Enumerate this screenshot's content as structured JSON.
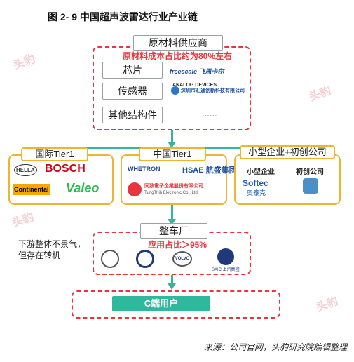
{
  "title": "图 2- 9  中国超声波雷达行业产业链",
  "watermarks": [
    "头豹",
    "头豹",
    "头豹",
    "头豹"
  ],
  "raw": {
    "header": "原材料供应商",
    "note": "原材料成本占比约为80%左右",
    "rows": [
      {
        "label": "芯片",
        "logos": [
          "freescale 飞思卡尔",
          "ANALOG DEVICES"
        ]
      },
      {
        "label": "传感器",
        "logos": [
          "深圳市汇通创新科技有限公司"
        ]
      },
      {
        "label": "其他结构件",
        "logos": [
          "......"
        ]
      }
    ]
  },
  "tiers": {
    "intl": {
      "header": "国际Tier1",
      "logos": [
        "HELLA",
        "BOSCH",
        "Continental",
        "Valeo"
      ]
    },
    "cn": {
      "header": "中国Tier1",
      "logos": [
        "WHETRON",
        "HSAE 航盛集团",
        "同致電子企業股份有限公司",
        "TungThih Electronic Co., Ltd."
      ]
    },
    "sme": {
      "header": "小型企业+初创公司",
      "sub1": "小型企业",
      "sub2": "初创公司",
      "logos": [
        "Softec",
        "奥泰克"
      ]
    }
  },
  "oem": {
    "header": "整车厂",
    "note": "应用占比＞95%",
    "side": "下游整体不景气，\n但存在转机",
    "logos": [
      "Mercedes-Benz",
      "Volkswagen",
      "VOLVO",
      "SAIC 上汽集团"
    ]
  },
  "customer": {
    "label": "C端用户"
  },
  "source": "来源：公司官网，头豹研究院编辑整理",
  "colors": {
    "red": "#e8343c",
    "green": "#2fb89b",
    "yellow": "#f0b430"
  }
}
